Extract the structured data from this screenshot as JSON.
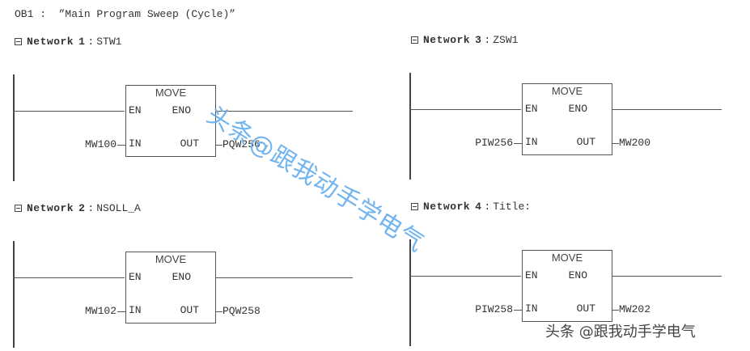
{
  "block": {
    "title": "OB1 :  ”Main Program Sweep (Cycle)”"
  },
  "networks": [
    {
      "word": "Network",
      "number": "1",
      "sep": ":",
      "title": "STW1",
      "instruction": "MOVE",
      "pins": {
        "en": "EN",
        "eno": "ENO",
        "in": "IN",
        "out": "OUT"
      },
      "input_operand": "MW100",
      "output_operand": "PQW256"
    },
    {
      "word": "Network",
      "number": "2",
      "sep": ":",
      "title": "NSOLL_A",
      "instruction": "MOVE",
      "pins": {
        "en": "EN",
        "eno": "ENO",
        "in": "IN",
        "out": "OUT"
      },
      "input_operand": "MW102",
      "output_operand": "PQW258"
    },
    {
      "word": "Network",
      "number": "3",
      "sep": ":",
      "title": "ZSW1",
      "instruction": "MOVE",
      "pins": {
        "en": "EN",
        "eno": "ENO",
        "in": "IN",
        "out": "OUT"
      },
      "input_operand": "PIW256",
      "output_operand": "MW200"
    },
    {
      "word": "Network",
      "number": "4",
      "sep": ":",
      "title": "Title:",
      "instruction": "MOVE",
      "pins": {
        "en": "EN",
        "eno": "ENO",
        "in": "IN",
        "out": "OUT"
      },
      "input_operand": "PIW258",
      "output_operand": "MW202"
    }
  ],
  "watermarks": {
    "diagonal": "头条@跟我动手学电气",
    "corner": "头条 @跟我动手学电气"
  },
  "colors": {
    "watermark_blue": "#6ab0f0",
    "ladder_line": "#555555"
  }
}
